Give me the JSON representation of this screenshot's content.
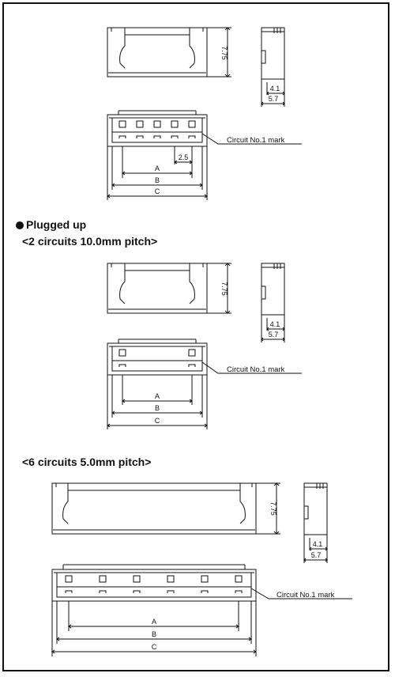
{
  "section_plugged_up": {
    "heading": "Plugged up",
    "sub_2": "<2 circuits 10.0mm pitch>",
    "sub_6": "<6 circuits 5.0mm pitch>"
  },
  "labels": {
    "height": "7.75",
    "depth_inner": "4.1",
    "depth_outer": "5.7",
    "pitch": "2.5",
    "dim_a": "A",
    "dim_b": "B",
    "dim_c": "C",
    "circuit_mark": "Circuit No.1 mark"
  }
}
